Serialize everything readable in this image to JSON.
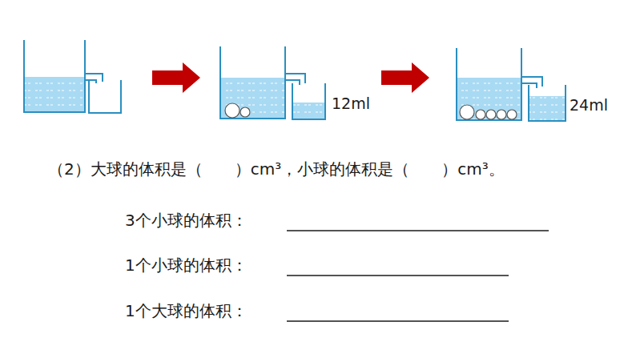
{
  "diagram": {
    "labels": [
      "12ml",
      "24ml",
      "（2）大球的体积是（　　）cm³，小球的体积是（　　）cm³。",
      "3个小球的体积：",
      "1个小球的体积：",
      "1个大球的体积："
    ]
  }
}
